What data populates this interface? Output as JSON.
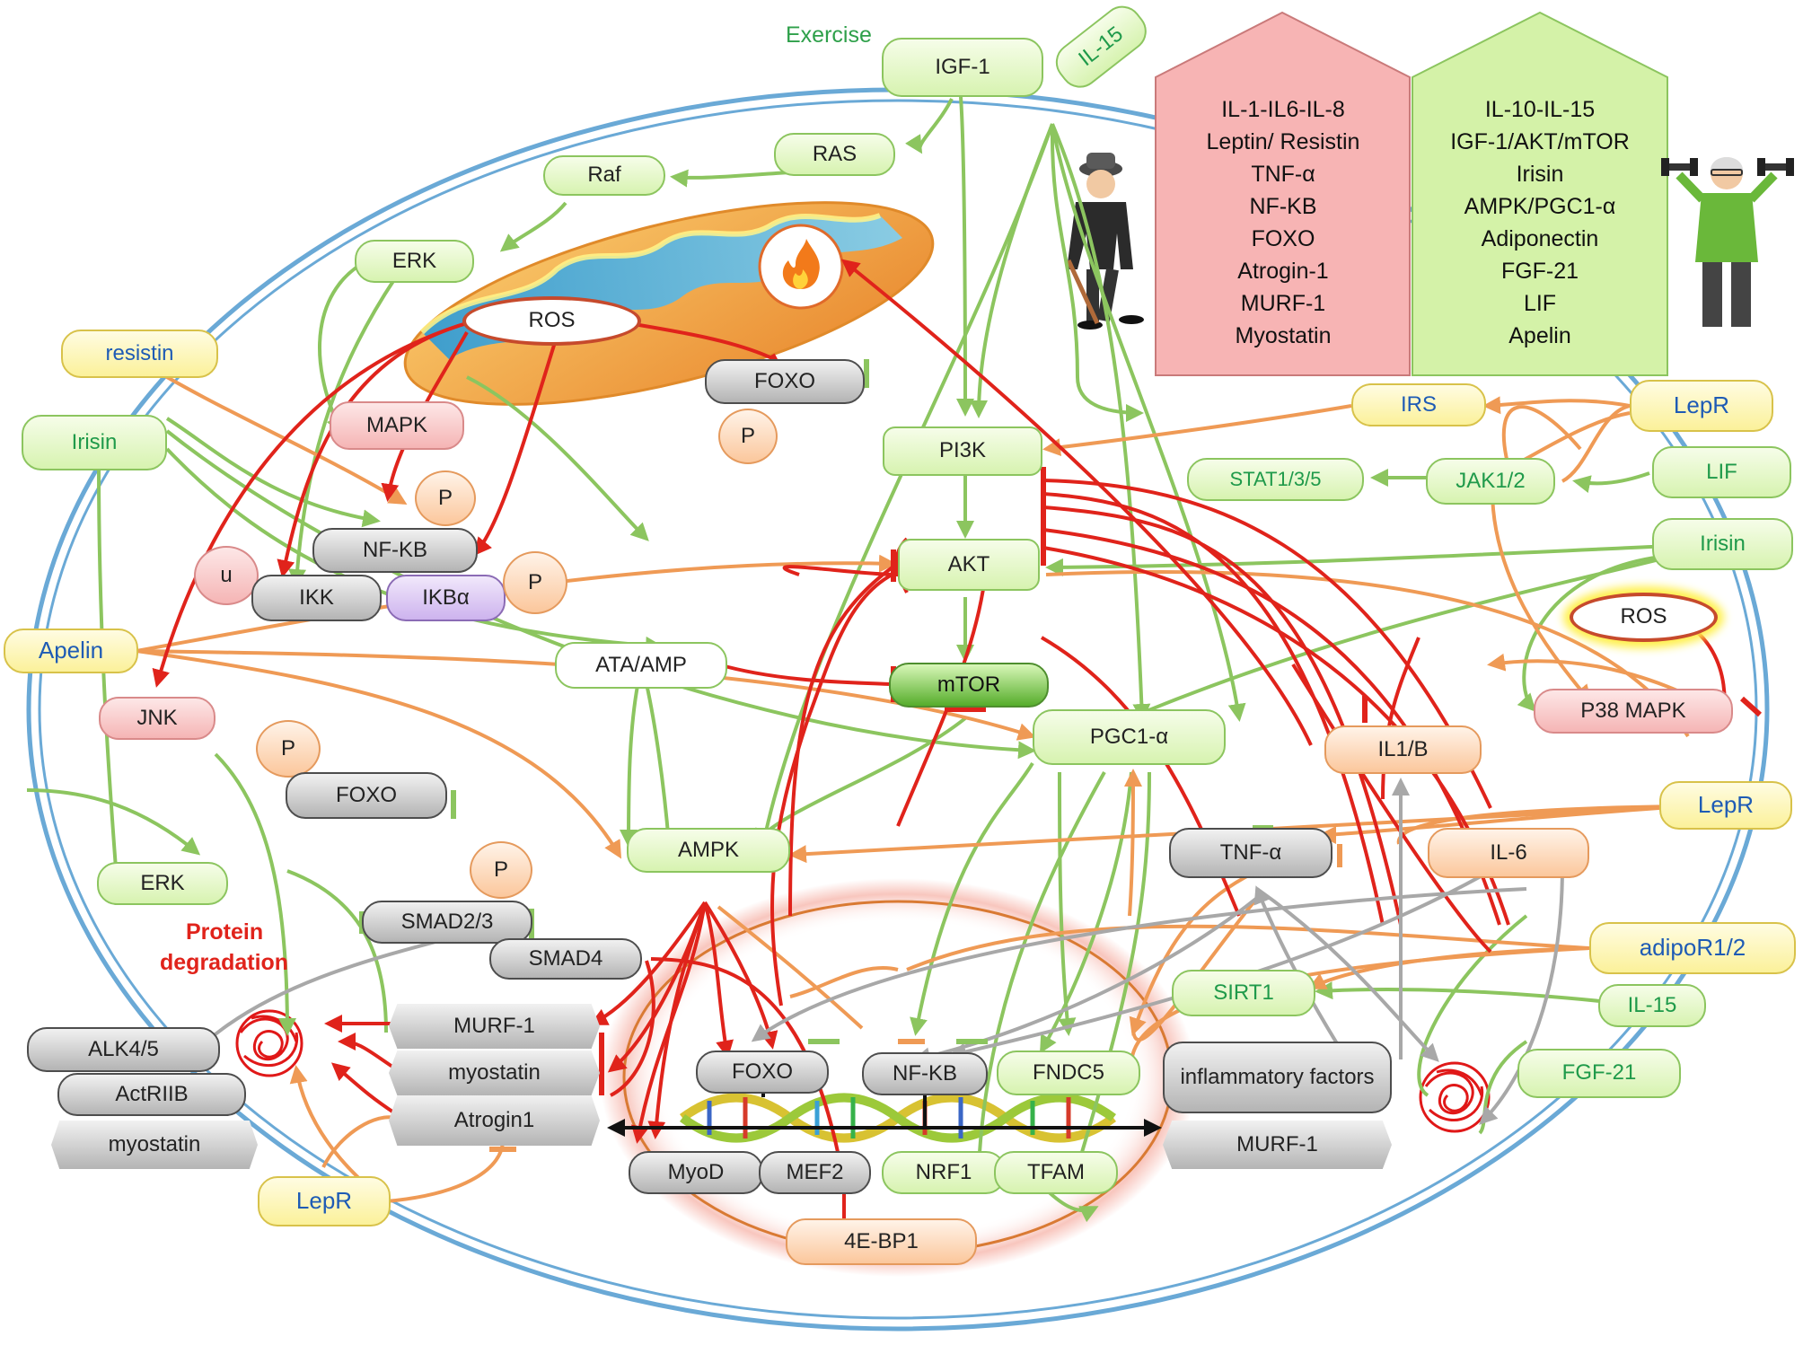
{
  "exercise_label": "Exercise",
  "protein_degradation_line1": "Protein",
  "protein_degradation_line2": "degradation",
  "aging_factors": [
    "IL-1-IL6-IL-8",
    "Leptin/ Resistin",
    "TNF-α",
    "NF-KB",
    "FOXO",
    "Atrogin-1",
    "MURF-1",
    "Myostatin"
  ],
  "exercise_factors": [
    "IL-10-IL-15",
    "IGF-1/AKT/mTOR",
    "Irisin",
    "AMPK/PGC1-α",
    "Adiponectin",
    "FGF-21",
    "LIF",
    "Apelin"
  ],
  "colors": {
    "activation_arrow": "#8cc55f",
    "inhibition_line": "#e0231b",
    "adipokine_arrow": "#ef9a55",
    "gray_arrow": "#a8a8a8",
    "cell_outline": "#6aa9d6",
    "aging_house": "#f7b4b4",
    "exercise_house": "#d4f2a8"
  },
  "nodes": {
    "igf1": "IGF-1",
    "il15_top": "IL-15",
    "ras": "RAS",
    "raf": "Raf",
    "erk_top": "ERK",
    "ros_mito": "ROS",
    "resistin": "resistin",
    "foxo_top": "FOXO",
    "p_foxo_top": "P",
    "mapk": "MAPK",
    "irisin_left": "Irisin",
    "p_nfkb": "P",
    "nfkb_top": "NF-KB",
    "u_circle": "u",
    "ikk": "IKK",
    "ikba": "IKBα",
    "p_ikba": "P",
    "apelin": "Apelin",
    "pi3k": "PI3K",
    "irs": "IRS",
    "lepr_top": "LepR",
    "stat": "STAT1/3/5",
    "jak": "JAK1/2",
    "lif": "LIF",
    "akt": "AKT",
    "irisin_right": "Irisin",
    "ros_right": "ROS",
    "p38": "P38 MAPK",
    "ata_amp": "ATA/AMP",
    "mtor": "mTOR",
    "jnk": "JNK",
    "p_foxo_mid": "P",
    "foxo_mid": "FOXO",
    "pgc1a": "PGC1-α",
    "il1b": "IL1/B",
    "lepr_right": "LepR",
    "ampk": "AMPK",
    "tnfa": "TNF-α",
    "il6": "IL-6",
    "erk_bottom": "ERK",
    "p_smad": "P",
    "smad23": "SMAD2/3",
    "smad4": "SMAD4",
    "adipor": "adipoR1/2",
    "sirt1": "SIRT1",
    "il15_right": "IL-15",
    "murf1_left": "MURF-1",
    "myostatin_mid": "myostatin",
    "atrogin1": "Atrogin1",
    "alk45": "ALK4/5",
    "actriib": "ActRIIB",
    "myostatin_left": "myostatin",
    "foxo_nuc": "FOXO",
    "nfkb_nuc": "NF-KB",
    "fndc5": "FNDC5",
    "inflammatory": "inflammatory factors",
    "murf1_right": "MURF-1",
    "fgf21": "FGF-21",
    "myod": "MyoD",
    "mef2": "MEF2",
    "nrf1": "NRF1",
    "tfam": "TFAM",
    "lepr_bottom": "LepR",
    "ebp1": "4E-BP1"
  }
}
